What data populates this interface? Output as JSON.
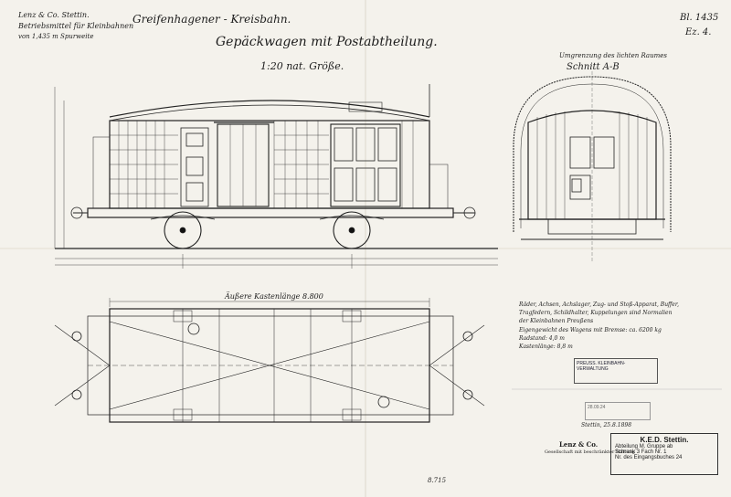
{
  "header": {
    "maker_line1": "Lenz & Co. Stettin.",
    "maker_line2": "Betriebsmittel für Kleinbahnen",
    "maker_line3": "von 1,435 m Spurweite",
    "railway": "Greifenhagener - Kreisbahn.",
    "title": "Gepäckwagen mit Postabtheilung.",
    "scale": "1:20 nat. Größe.",
    "sheet_no": "Bl. 1435",
    "copy_no": "Ez. 4."
  },
  "section_view": {
    "label": "Schnitt A-B",
    "limit_label": "Umgrenzung des lichten Raumes"
  },
  "plan_view": {
    "length_label": "Äußere Kastenlänge 8.800"
  },
  "notes": {
    "line1": "Räder, Achsen, Achslager, Zug- und Stoß-Apparat, Buffer,",
    "line2": "Tragfedern, Schildhalter, Kuppelungen sind Normalien",
    "line3": "der Kleinbahnen Preußens",
    "line4": "Eigengewicht des Wagens mit Bremse: ca. 6200 kg",
    "line5": "Radstand: 4,0 m",
    "line6": "Kastenlänge: 8,8 m"
  },
  "stamps": {
    "blue_line1": "PREUSS. KLEINBAHN-",
    "blue_line2": "VERWALTUNG",
    "date_stamp": "28.09.24",
    "company_name": "Lenz & Co.",
    "company_sub1": "Gesellschaft mit beschränkter Haftung",
    "ked_title": "K.E.D. Stettin.",
    "ked_row1_label": "Abteilung",
    "ked_row1_value": "M. Gruppe ab",
    "ked_row2_label": "Schrank",
    "ked_row2_value": "3",
    "ked_row2b_label": "Fach Nr.",
    "ked_row2b_value": "1",
    "ked_row3_label": "Nr. des Eingangsbuches",
    "ked_row3_value": "24"
  },
  "signatures": {
    "bottom_left_num": "8.715",
    "bottom_right_date": "Stettin, 25.8.1898"
  }
}
